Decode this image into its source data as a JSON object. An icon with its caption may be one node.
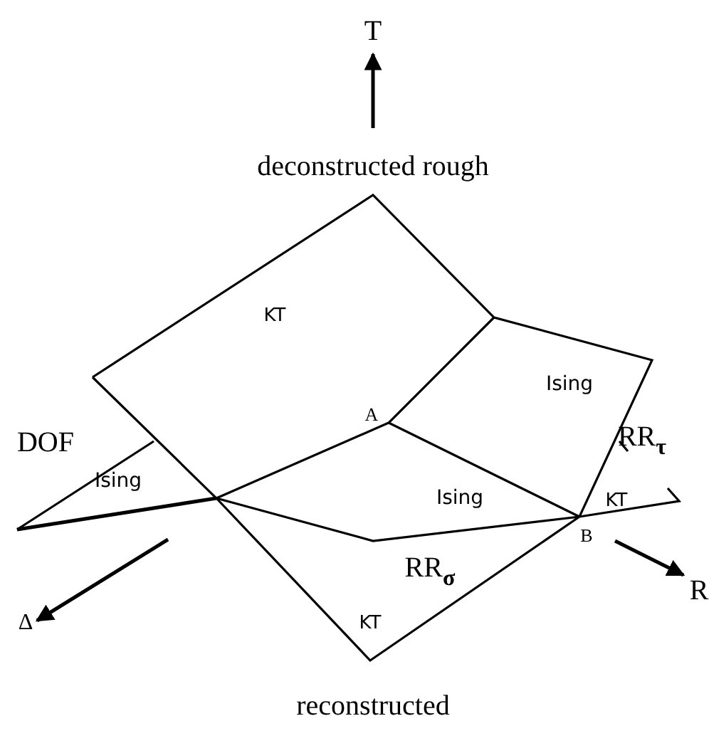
{
  "diagram": {
    "labels": [
      "T",
      "deconstructed rough",
      "KT",
      "Ising",
      "A",
      "DOF",
      "Ising",
      "Ising",
      "RR$_{τ}$",
      "KT",
      "B",
      "R",
      "RR$_{σ}$",
      "Δ",
      "KT",
      "reconstructed"
    ]
  }
}
